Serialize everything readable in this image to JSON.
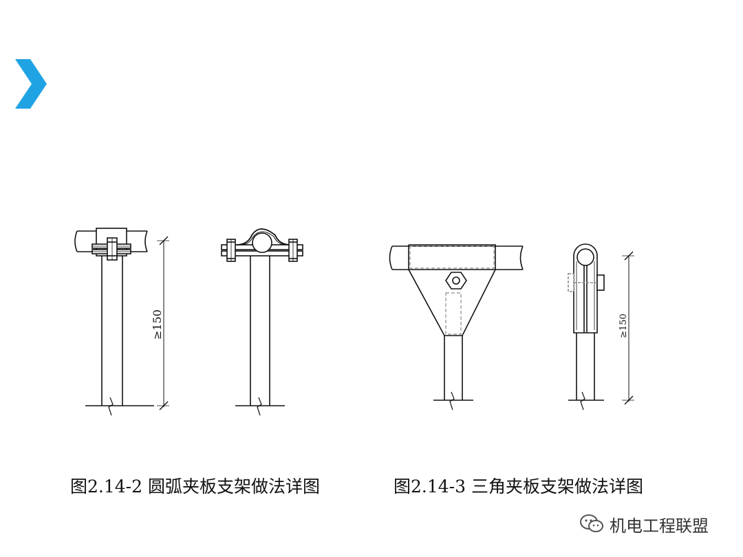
{
  "captions": {
    "left": "图2.14-2  圆弧夹板支架做法详图",
    "right": "图2.14-3 三角夹板支架做法详图"
  },
  "dimensions": {
    "left": "≥150",
    "right": "≥150"
  },
  "watermark": {
    "text": "机电工程联盟",
    "icon": "wechat-icon"
  },
  "colors": {
    "accent": "#1fa3e3",
    "line": "#111111",
    "dashed": "#888888"
  }
}
